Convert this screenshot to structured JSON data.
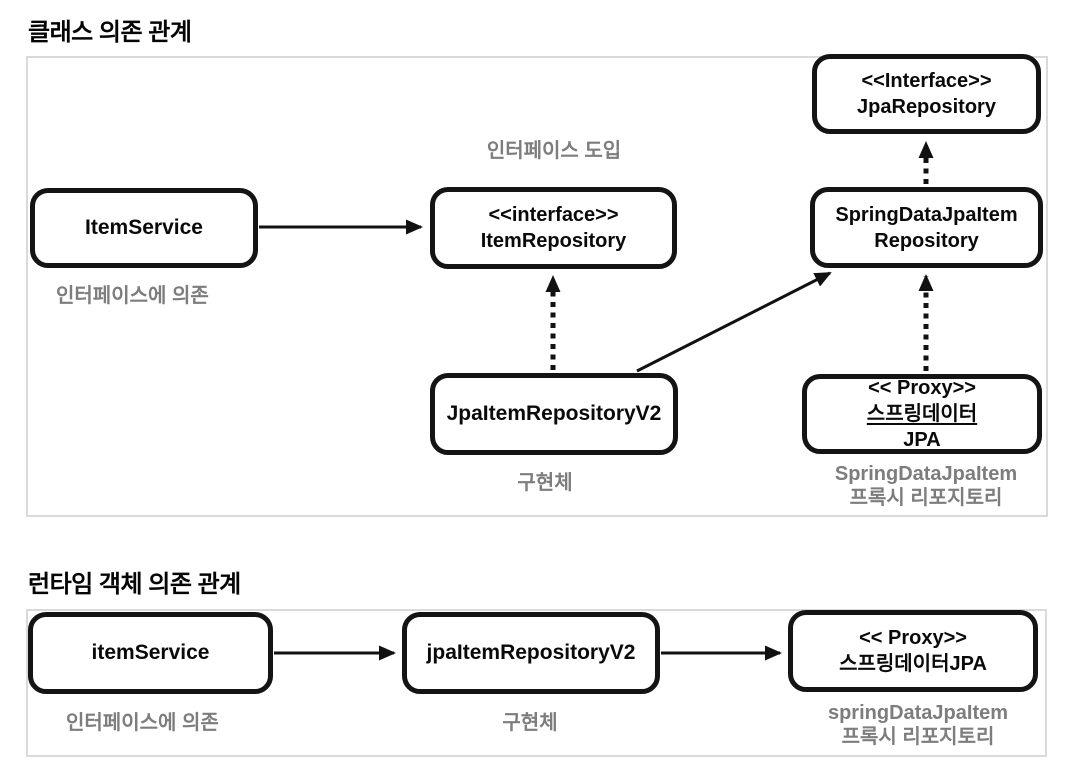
{
  "colors": {
    "node_border": "#141414",
    "frame_border": "#dadada",
    "caption_gray": "#7d7d7d",
    "arrow": "#111111"
  },
  "class_diagram": {
    "title": "클래스 의존 관계",
    "nodes": {
      "item_service": {
        "label": "ItemService"
      },
      "item_repository": {
        "line1": "<<interface>>",
        "line2": "ItemRepository"
      },
      "jpa_repository": {
        "line1": "<<Interface>>",
        "line2": "JpaRepository"
      },
      "spring_data_jpa_item_repository": {
        "line1": "SpringDataJpaItem",
        "line2": "Repository"
      },
      "jpa_item_repository_v2": {
        "label": "JpaItemRepositoryV2"
      },
      "proxy": {
        "stereotype": "<< Proxy>>",
        "name_underlined": "스프링데이터",
        "name_rest": "JPA"
      }
    },
    "captions": {
      "interface_intro": "인터페이스 도입",
      "depends_on_interface": "인터페이스에 의존",
      "implementation": "구현체",
      "proxy_line1": "SpringDataJpaItem",
      "proxy_line2": "프록시 리포지토리"
    }
  },
  "runtime_diagram": {
    "title": "런타임 객체 의존 관계",
    "nodes": {
      "item_service": {
        "label": "itemService"
      },
      "jpa_item_repository_v2": {
        "label": "jpaItemRepositoryV2"
      },
      "proxy": {
        "stereotype": "<< Proxy>>",
        "name": "스프링데이터JPA"
      }
    },
    "captions": {
      "depends_on_interface": "인터페이스에 의존",
      "implementation": "구현체",
      "proxy_line1": "springDataJpaItem",
      "proxy_line2": "프록시 리포지토리"
    }
  }
}
